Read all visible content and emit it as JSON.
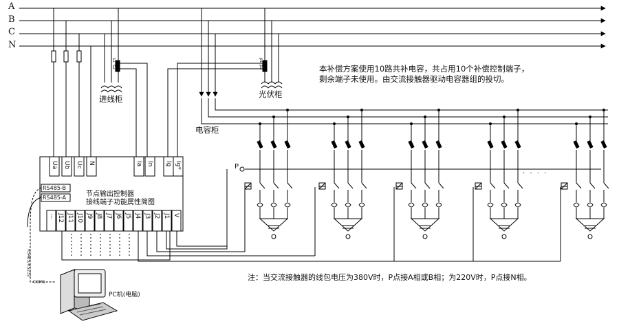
{
  "bus_labels": {
    "a": "A",
    "b": "B",
    "c": "C",
    "n": "N"
  },
  "labels": {
    "incoming_cabinet": "进线柜",
    "pv_cabinet": "光伏柜",
    "capacitor_cabinet": "电容柜",
    "p_point": "P",
    "dots": "· · · ·",
    "pc": "PC机(电脑)",
    "com1": "COM1",
    "rs_cable": "RS485/RS232"
  },
  "description": {
    "line1": "本补偿方案使用10路共补电容，共占用10个补偿控制端子，",
    "line2": "剩余端子未使用。由交流接触器驱动电容器组的投切。"
  },
  "note": "注：当交流接触器的线包电压为380V时，P点接A相或B相；为220V时，P点接N相。",
  "controller": {
    "title1": "节点输出控制器",
    "title2": "接线端子功能属性简图",
    "rs485_b": "RS485-B",
    "rs485_a": "RS485-A",
    "top_terminals": [
      "Ua",
      "Ub",
      "Uc",
      "N",
      "Ia",
      "In",
      "Ig",
      "Ig*"
    ],
    "bottom_terminals": [
      "···",
      "J12",
      "J11",
      "J10",
      "J9",
      "J8",
      "J7",
      "J6",
      "J5",
      "J4",
      "J3",
      "J2",
      "J1",
      "V"
    ]
  },
  "ct_labels": {
    "s1": "s1",
    "s2": "s2",
    "p1": "p1",
    "p2": "p2"
  }
}
